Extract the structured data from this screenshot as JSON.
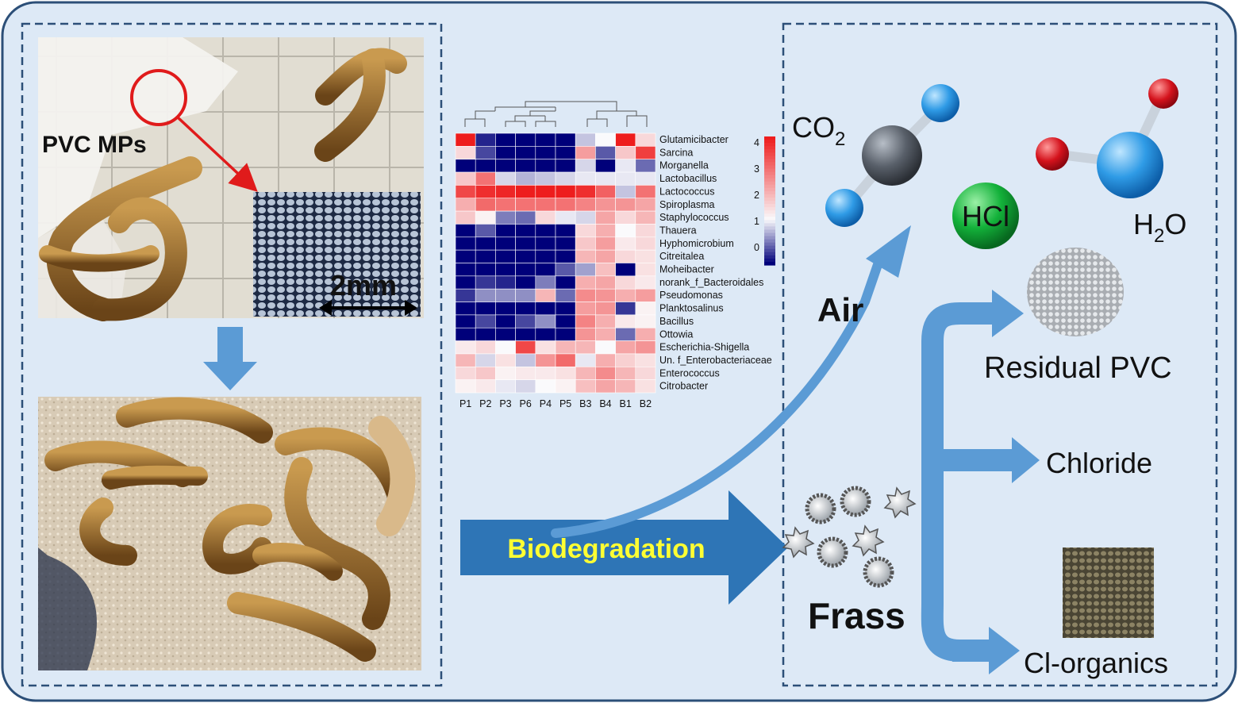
{
  "labels": {
    "pvc_mps": "PVC MPs",
    "scale_bar": "2mm",
    "co2": "CO",
    "co2_sub": "2",
    "hcl": "HCl",
    "h2o_h": "H",
    "h2o_sub": "2",
    "h2o_o": "O",
    "air": "Air",
    "biodegradation": "Biodegradation",
    "frass": "Frass",
    "residual_pvc": "Residual PVC",
    "chloride": "Chloride",
    "cl_organics": "Cl-organics"
  },
  "heatmap": {
    "rows": [
      "Glutamicibacter",
      "Sarcina",
      "Morganella",
      "Lactobacillus",
      "Lactococcus",
      "Spiroplasma",
      "Staphylococcus",
      "Thauera",
      "Hyphomicrobium",
      "Citreitalea",
      "Moheibacter",
      "norank_f_Bacteroidales",
      "Pseudomonas",
      "Planktosalinus",
      "Bacillus",
      "Ottowia",
      "Escherichia-Shigella",
      "Un. f_Enterobacteriaceae",
      "Enterococcus",
      "Citrobacter"
    ],
    "columns": [
      "P1",
      "P2",
      "P3",
      "P6",
      "P4",
      "P5",
      "B3",
      "B4",
      "B1",
      "B2"
    ],
    "scale_ticks": [
      "4",
      "3",
      "2",
      "1",
      "0"
    ],
    "values": [
      [
        4,
        0.2,
        0,
        0,
        0,
        0,
        1.1,
        1.4,
        4,
        1.8
      ],
      [
        1.8,
        0.4,
        0,
        0,
        0,
        0,
        2.5,
        0.5,
        2,
        3.6
      ],
      [
        0,
        0,
        0,
        0,
        0,
        0,
        1.2,
        0,
        1.3,
        0.6
      ],
      [
        2,
        3,
        1.2,
        1,
        1.1,
        1.2,
        1.3,
        1.3,
        1.3,
        1.3
      ],
      [
        3.5,
        3.8,
        3.9,
        4,
        4,
        4,
        3.8,
        3.2,
        1.1,
        3
      ],
      [
        2.3,
        3.1,
        3,
        3,
        3,
        3,
        2.8,
        2.6,
        2.6,
        2.4
      ],
      [
        2,
        1.5,
        0.7,
        0.6,
        1.8,
        1.3,
        1.2,
        2.4,
        1.8,
        2.2
      ],
      [
        0,
        0.5,
        0,
        0,
        0,
        0,
        1.8,
        2.3,
        1.4,
        1.8
      ],
      [
        0,
        0,
        0,
        0,
        0,
        0,
        2,
        2.5,
        1.6,
        1.8
      ],
      [
        0,
        0,
        0,
        0,
        0,
        0,
        2.2,
        2.4,
        1.8,
        1.7
      ],
      [
        0,
        0,
        0,
        0,
        0,
        0.5,
        0.9,
        2.1,
        0,
        1.7
      ],
      [
        0,
        0.3,
        0.2,
        0,
        0.7,
        0,
        2.3,
        2.4,
        1.8,
        1.6
      ],
      [
        0.3,
        0.8,
        0.8,
        0.8,
        2.2,
        0.6,
        2.7,
        2.6,
        2.3,
        2.5
      ],
      [
        0,
        0,
        0,
        0,
        0,
        0,
        2.5,
        2.6,
        0.3,
        1.5
      ],
      [
        0,
        0.4,
        0,
        0.4,
        0.8,
        0,
        2.8,
        2.3,
        1.6,
        1.5
      ],
      [
        0,
        0,
        0,
        0,
        0,
        0,
        2.6,
        2.3,
        0.6,
        2.3
      ],
      [
        1.6,
        1.8,
        1.4,
        3.5,
        1.7,
        2.2,
        2.2,
        1.4,
        2.4,
        2.6
      ],
      [
        2.2,
        1.2,
        1.7,
        1.1,
        2.6,
        3.1,
        1.3,
        2.3,
        1.9,
        1.7
      ],
      [
        1.8,
        2,
        1.5,
        1.6,
        1.6,
        1.7,
        2.2,
        2.7,
        2.2,
        1.8
      ],
      [
        1.5,
        1.6,
        1.3,
        1.2,
        1.4,
        1.5,
        2.1,
        2.4,
        2.2,
        1.7
      ]
    ]
  },
  "colors": {
    "panel": "#dde9f6",
    "border": "#2c4f78",
    "arrow_blue": "#2e75b6",
    "arrow_light": "#5b9bd5",
    "heat_low": "#00007a",
    "heat_high": "#ee1d1d",
    "biodeg_text": "#ffff33"
  }
}
